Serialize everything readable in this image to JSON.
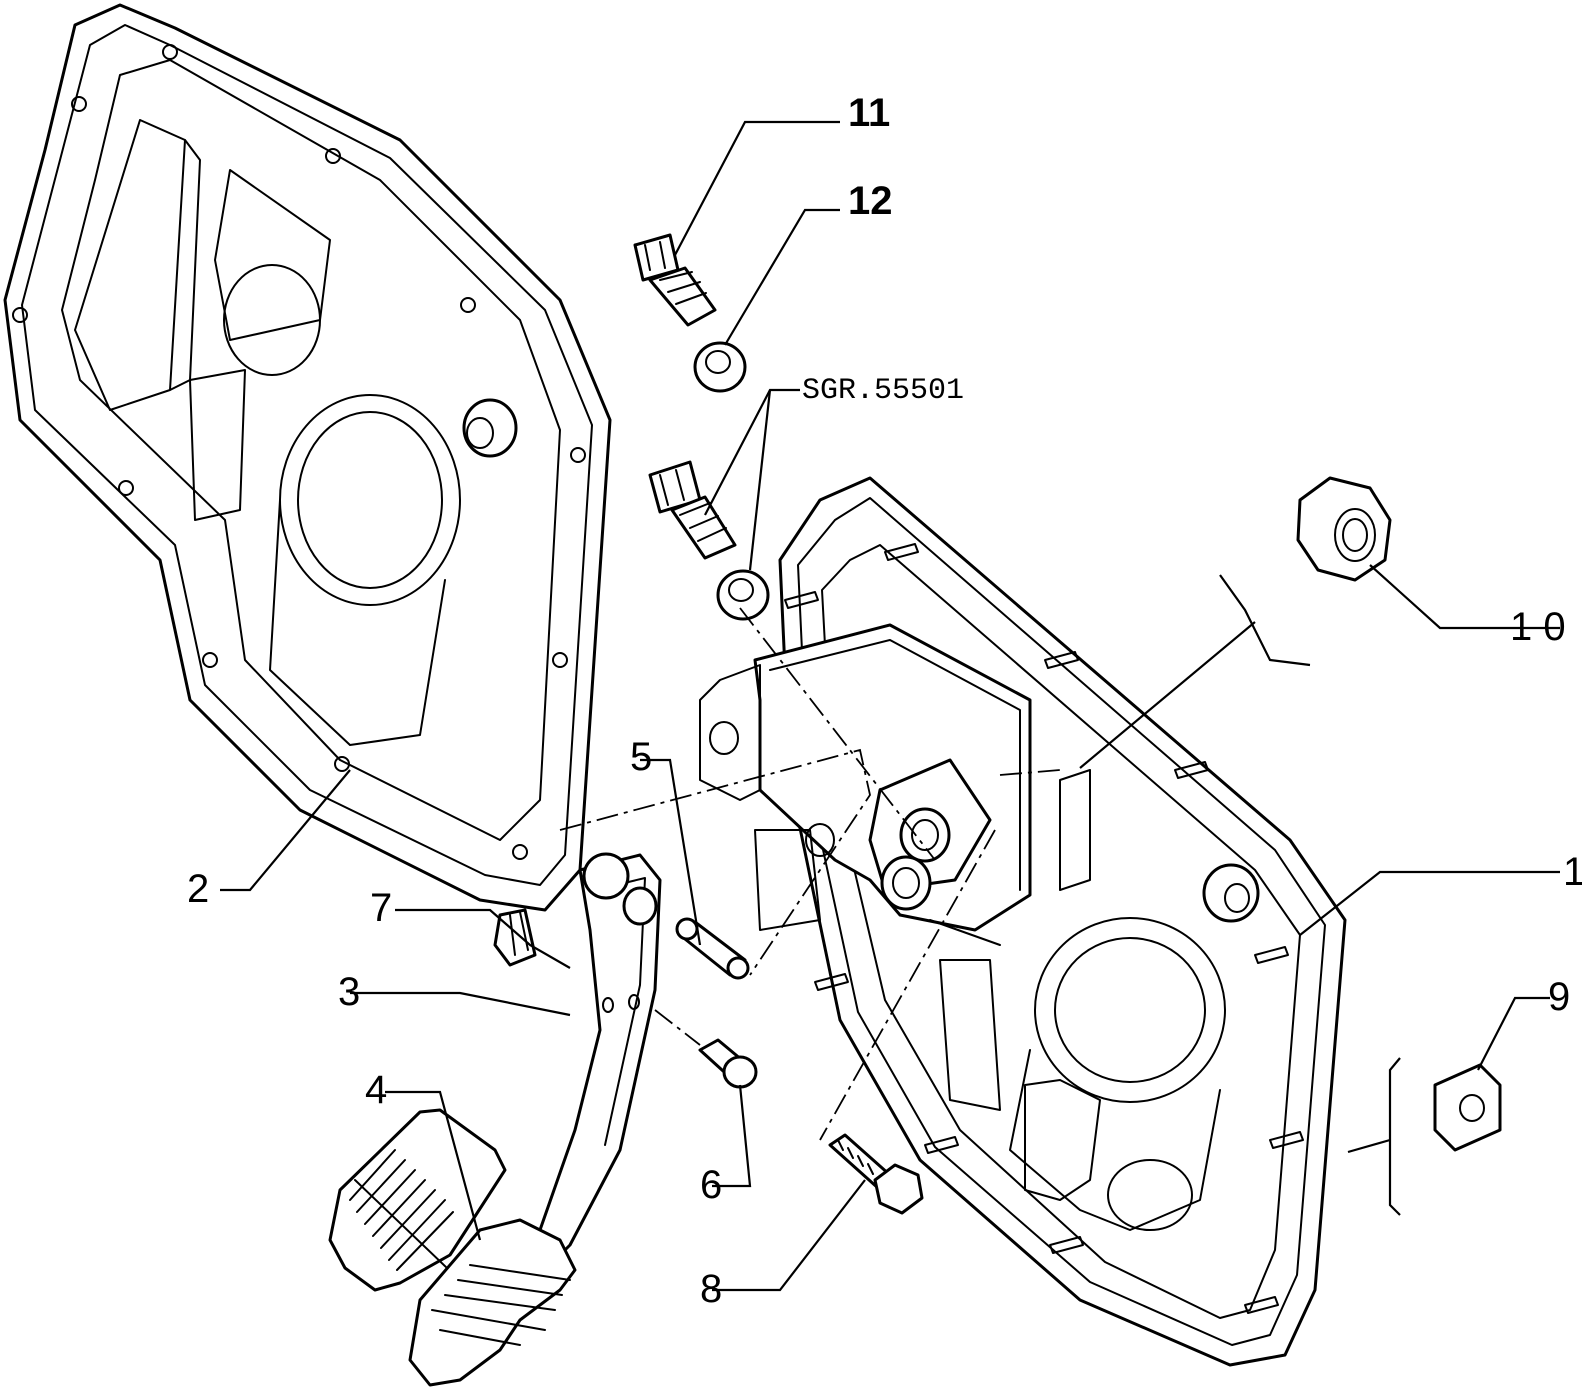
{
  "callouts": [
    {
      "id": "1",
      "text": "1"
    },
    {
      "id": "2",
      "text": "2"
    },
    {
      "id": "3",
      "text": "3"
    },
    {
      "id": "4",
      "text": "4"
    },
    {
      "id": "5",
      "text": "5"
    },
    {
      "id": "6",
      "text": "6"
    },
    {
      "id": "7",
      "text": "7"
    },
    {
      "id": "8",
      "text": "8"
    },
    {
      "id": "9",
      "text": "9"
    },
    {
      "id": "10",
      "text": "1 0"
    },
    {
      "id": "11",
      "text": "11"
    },
    {
      "id": "12",
      "text": "12"
    }
  ],
  "reference_code": "SGR.55501"
}
